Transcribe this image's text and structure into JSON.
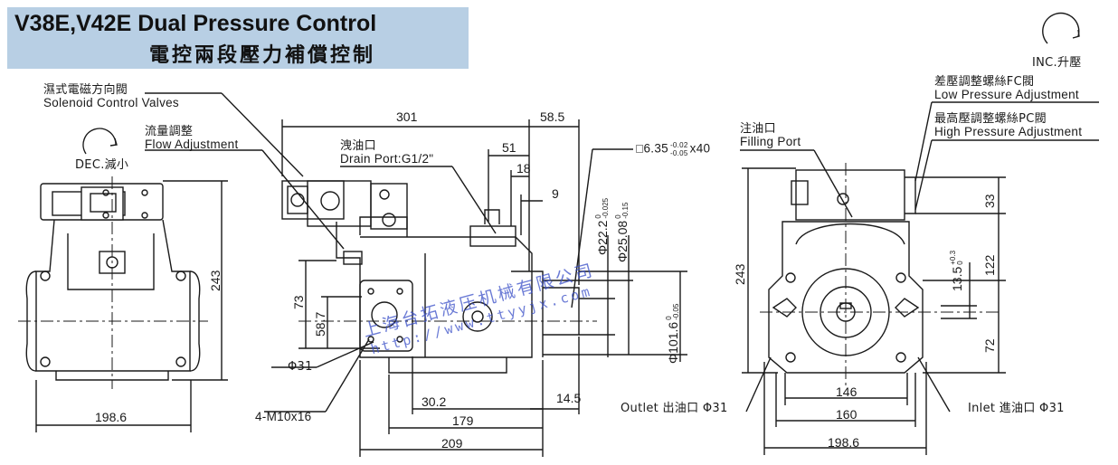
{
  "title": {
    "en": "V38E,V42E Dual Pressure Control",
    "zh": "電控兩段壓力補償控制"
  },
  "labels": {
    "solenoid_zh": "濕式電磁方向閥",
    "solenoid_en": "Solenoid Control Valves",
    "flow_zh": "流量調整",
    "flow_en": "Flow Adjustment",
    "dec": "DEC.減小",
    "inc": "INC.升壓",
    "drain_zh": "洩油口",
    "drain_en": "Drain Port:G1/2\"",
    "filling_zh": "注油口",
    "filling_en": "Filling Port",
    "low_zh": "差壓調整螺絲FC閥",
    "low_en": "Low Pressure Adjustment",
    "high_zh": "最高壓調整螺絲PC閥",
    "high_en": "High Pressure Adjustment",
    "outlet": "Outlet 出油口 Φ31",
    "inlet": "Inlet 進油口 Φ31",
    "phi31": "Φ31",
    "bolts": "4-M10x16",
    "key": "□6.35",
    "key_tol_top": "-0.02",
    "key_tol_bot": "-0.05",
    "key_len": "x40"
  },
  "dimensions": {
    "left_width": "198.6",
    "left_height": "243",
    "side_301": "301",
    "side_58_5": "58.5",
    "side_51": "51",
    "side_18": "18",
    "side_9": "9",
    "side_73": "73",
    "side_58_7": "58.7",
    "side_30_2": "30.2",
    "side_179": "179",
    "side_209": "209",
    "side_14_5": "14.5",
    "phi22": "Φ22.2",
    "phi22_tol": "-0.025",
    "phi25": "Φ25.08",
    "phi25_tol": "-0.15",
    "phi101": "Φ101.6",
    "phi101_tol": "-0.05",
    "tol_zero": "0",
    "right_243": "243",
    "right_33": "33",
    "right_122": "122",
    "right_13_5": "13.5",
    "right_13_5_tol": "+0.3",
    "right_72": "72",
    "right_146": "146",
    "right_160": "160",
    "right_198_6": "198.6"
  },
  "watermark": {
    "company": "上海台拓液压机械有限公司",
    "url": "http://www.ttyyjx.com"
  }
}
